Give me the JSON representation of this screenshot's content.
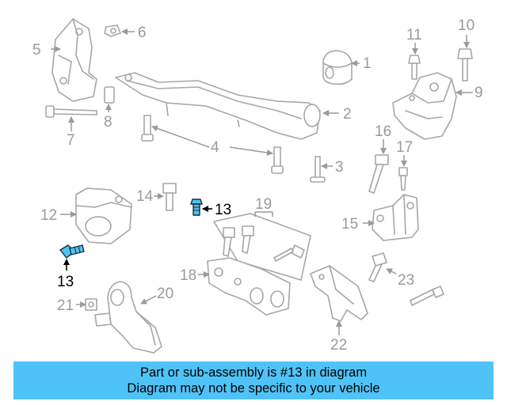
{
  "diagram": {
    "highlighted_part": "13",
    "highlight_color": "#4fc3ef",
    "callouts": {
      "p1": "1",
      "p2": "2",
      "p3": "3",
      "p4": "4",
      "p5": "5",
      "p6": "6",
      "p7": "7",
      "p8": "8",
      "p9": "9",
      "p10": "10",
      "p11": "11",
      "p12": "12",
      "p13a": "13",
      "p13b": "13",
      "p14": "14",
      "p15": "15",
      "p16": "16",
      "p17": "17",
      "p18": "18",
      "p19": "19",
      "p20": "20",
      "p21": "21",
      "p22": "22",
      "p23": "23"
    }
  },
  "footer": {
    "line1": "Part or sub-assembly is #13 in diagram",
    "line2": "Diagram may not be specific to your vehicle",
    "background": "#4fc3f7"
  }
}
